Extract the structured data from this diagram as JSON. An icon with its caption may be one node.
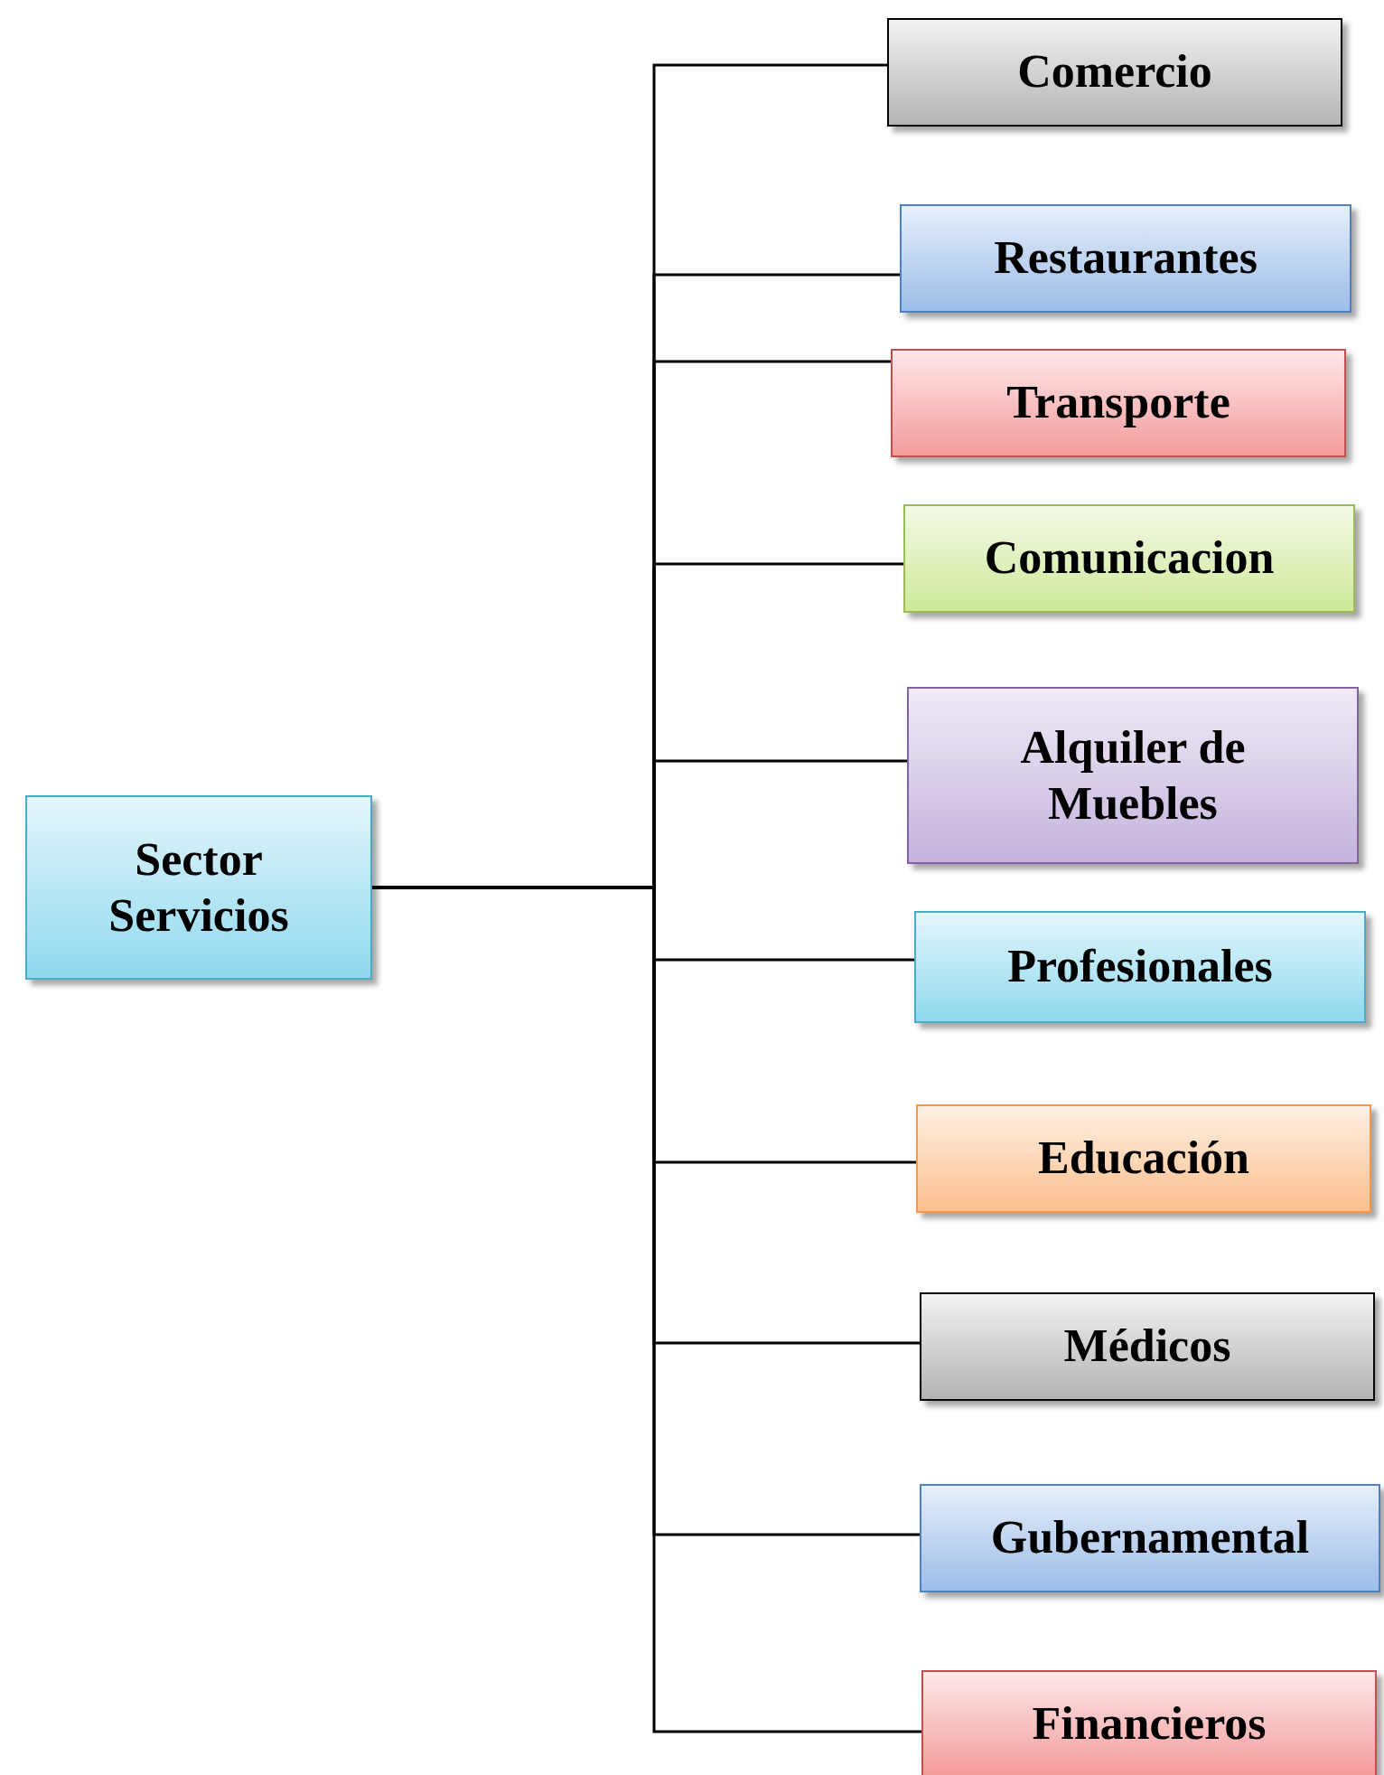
{
  "diagram": {
    "nodes": [
      {
        "text": [
          "Sector Servicios"
        ]
      },
      {
        "text": [
          "Comercio"
        ]
      },
      {
        "text": [
          "Restaurantes"
        ]
      },
      {
        "text": [
          "Transporte"
        ]
      },
      {
        "text": [
          "Comunicacion"
        ]
      },
      {
        "text": [
          "Alquiler de Muebles"
        ]
      },
      {
        "text": [
          "Profesionales"
        ]
      },
      {
        "text": [
          "Educación"
        ]
      },
      {
        "text": [
          "Médicos"
        ]
      },
      {
        "text": [
          "Gubernamental"
        ]
      },
      {
        "text": [
          "Financieros"
        ]
      }
    ],
    "edges": [
      {
        "from": 0,
        "to": 1,
        "arrow": "none"
      },
      {
        "from": 0,
        "to": 2,
        "arrow": "none"
      },
      {
        "from": 0,
        "to": 3,
        "arrow": "none"
      },
      {
        "from": 0,
        "to": 4,
        "arrow": "none"
      },
      {
        "from": 0,
        "to": 5,
        "arrow": "none"
      },
      {
        "from": 0,
        "to": 6,
        "arrow": "none"
      },
      {
        "from": 0,
        "to": 7,
        "arrow": "none"
      },
      {
        "from": 0,
        "to": 8,
        "arrow": "none"
      },
      {
        "from": 0,
        "to": 9,
        "arrow": "none"
      },
      {
        "from": 0,
        "to": 10,
        "arrow": "none"
      }
    ]
  }
}
